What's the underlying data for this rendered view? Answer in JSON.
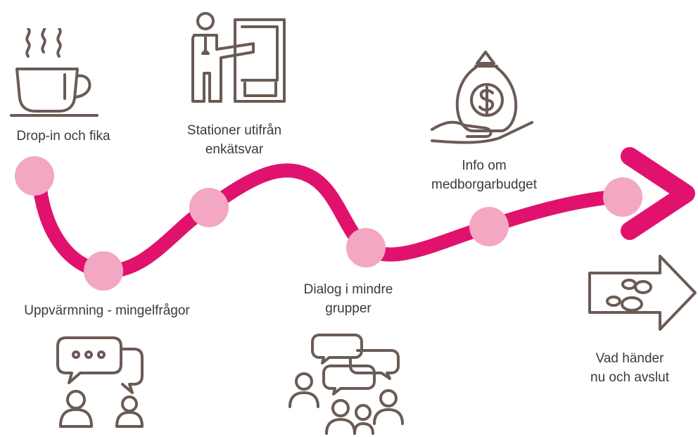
{
  "colors": {
    "path": "#e0126e",
    "dot": "#f3a7c2",
    "icon": "#6a5b55",
    "text": "#3a3a3a"
  },
  "steps": [
    {
      "lines": [
        "Drop-in och fika"
      ],
      "icon": "coffee-cup-icon"
    },
    {
      "lines": [
        "Uppvärmning - mingelfrågor"
      ],
      "icon": "chat-people-icon"
    },
    {
      "lines": [
        "Stationer utifrån",
        "enkätsvar"
      ],
      "icon": "presenter-board-icon"
    },
    {
      "lines": [
        "Dialog i mindre",
        "grupper"
      ],
      "icon": "group-dialog-icon"
    },
    {
      "lines": [
        "Info om",
        "medborgarbudget"
      ],
      "icon": "money-bag-hand-icon"
    },
    {
      "lines": [
        "Vad händer",
        "nu och avslut"
      ],
      "icon": "footsteps-arrow-icon"
    }
  ]
}
